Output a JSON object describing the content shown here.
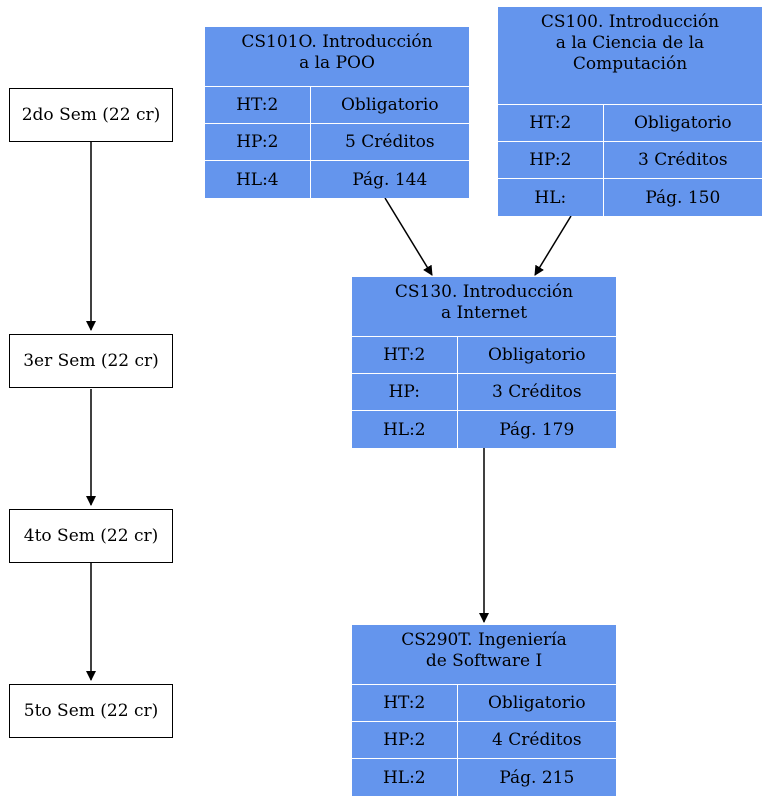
{
  "semesters": [
    {
      "label": "2do Sem (22 cr)"
    },
    {
      "label": "3er Sem (22 cr)"
    },
    {
      "label": "4to Sem (22 cr)"
    },
    {
      "label": "5to Sem (22 cr)"
    }
  ],
  "courses": {
    "cs101o": {
      "title": "CS101O. Introducción\na la POO",
      "ht": "HT:2",
      "type": "Obligatorio",
      "hp": "HP:2",
      "credits": "5 Créditos",
      "hl": "HL:4",
      "page": "Pág. 144"
    },
    "cs100": {
      "title": "CS100. Introducción\na la Ciencia de la\nComputación",
      "ht": "HT:2",
      "type": "Obligatorio",
      "hp": "HP:2",
      "credits": "3 Créditos",
      "hl": "HL:",
      "page": "Pág. 150"
    },
    "cs130": {
      "title": "CS130. Introducción\na Internet",
      "ht": "HT:2",
      "type": "Obligatorio",
      "hp": "HP:",
      "credits": "3 Créditos",
      "hl": "HL:2",
      "page": "Pág. 179"
    },
    "cs290t": {
      "title": "CS290T. Ingeniería\nde Software I",
      "ht": "HT:2",
      "type": "Obligatorio",
      "hp": "HP:2",
      "credits": "4 Créditos",
      "hl": "HL:2",
      "page": "Pág. 215"
    }
  },
  "colors": {
    "course_fill": "#6495ED",
    "grid_lines": "#ffffff",
    "edge": "#000000"
  }
}
